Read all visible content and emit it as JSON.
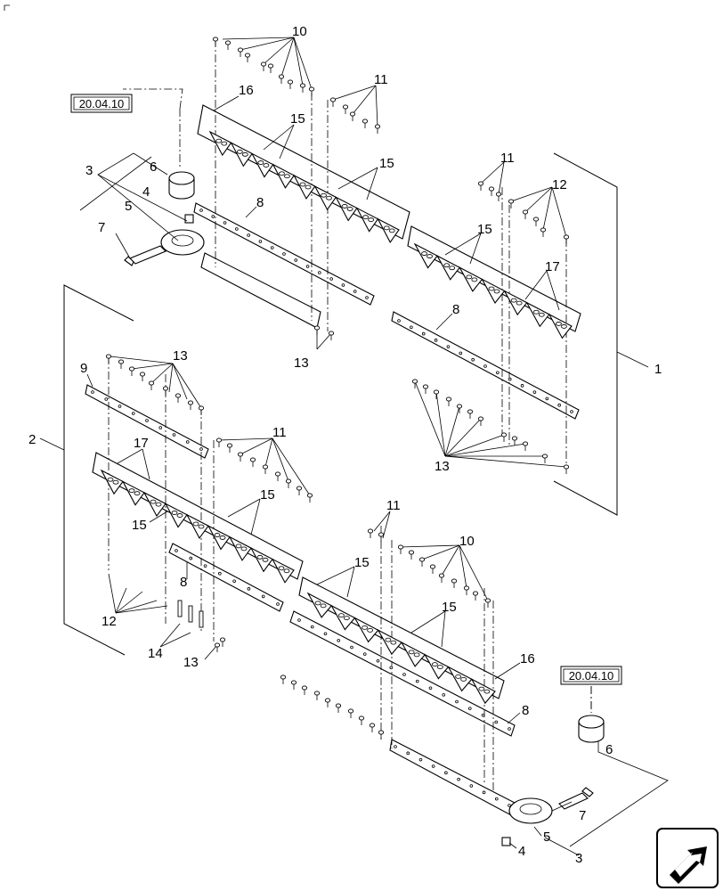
{
  "diagram": {
    "reference_top": "20.04.10",
    "reference_bottom": "20.04.10",
    "assembly_labels": {
      "assembly_1": "1",
      "assembly_2": "2"
    },
    "callouts": {
      "c10_top": "10",
      "c11_top": "11",
      "c16_top": "16",
      "c15_top_a": "15",
      "c15_top_b": "15",
      "c3_top": "3",
      "c6_top": "6",
      "c4_top": "4",
      "c5_top": "5",
      "c7_top": "7",
      "c8_top_left": "8",
      "c13_top_mid": "13",
      "c11_right": "11",
      "c12_right": "12",
      "c15_right": "15",
      "c17_right": "17",
      "c8_right": "8",
      "c13_right": "13",
      "c13_left": "13",
      "c9_left": "9",
      "c11_mid": "11",
      "c17_left": "17",
      "c15_left_a": "15",
      "c15_left_b": "15",
      "c8_lower_left": "8",
      "c12_lower_left": "12",
      "c14_lower_left": "14",
      "c13_lower_left": "13",
      "c11_lower_mid": "11",
      "c10_lower": "10",
      "c15_lower_a": "15",
      "c15_lower_b": "15",
      "c16_lower": "16",
      "c8_lower_right": "8",
      "c6_bottom": "6",
      "c7_bottom": "7",
      "c5_bottom": "5",
      "c4_bottom": "4",
      "c3_bottom": "3"
    },
    "nav_icon": "arrow-navigation-icon"
  }
}
